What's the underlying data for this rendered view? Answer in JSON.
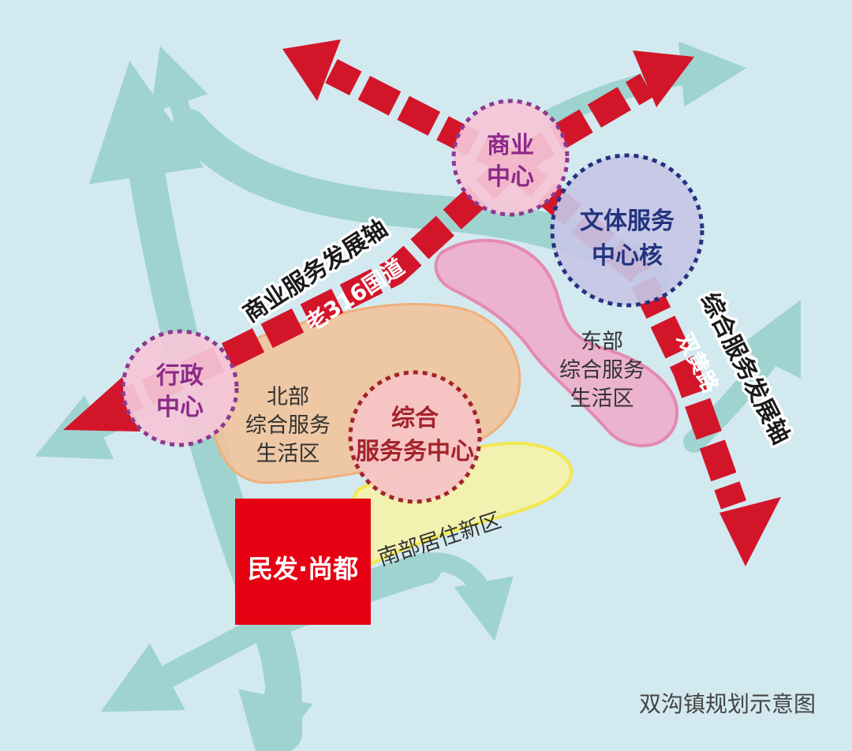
{
  "caption": "双沟镇规划示意图",
  "centers": {
    "commercial": [
      "商业",
      "中心"
    ],
    "culture": [
      "文体服务",
      "中心核"
    ],
    "admin": [
      "行政",
      "中心"
    ],
    "service": [
      "综合",
      "服务务中心"
    ]
  },
  "zones": {
    "north": [
      "北部",
      "综合服务",
      "生活区"
    ],
    "east": [
      "东部",
      "综合服务",
      "生活区"
    ],
    "south": "南部居住新区"
  },
  "axes": {
    "commercial_axis": "商业服务发展轴",
    "road_316": "老316国道",
    "service_axis": "综合服务发展轴",
    "road_shuanghuang": "双黄路"
  },
  "project": "民发·尚都",
  "colors": {
    "background": "#d3e9f0",
    "river": "#9fd3cf",
    "axis_red": "#d3152a",
    "commercial_circle": "#8b3a8f",
    "culture_circle": "#23337f",
    "service_circle": "#a3242b",
    "north_zone": "#f2c196",
    "east_zone": "#efa9c8",
    "south_zone": "#f5f2a9",
    "project_block": "#e60012"
  }
}
